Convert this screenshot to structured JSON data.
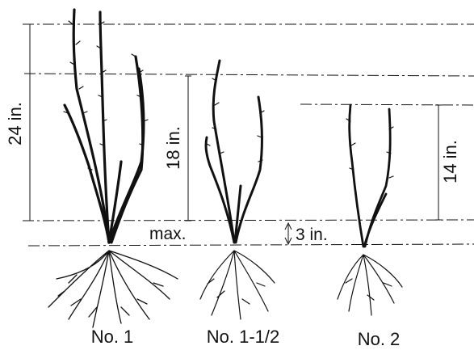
{
  "colors": {
    "ink": "#111111",
    "background": "#ffffff"
  },
  "labels": {
    "plant_1": "No. 1",
    "plant_2": "No. 1-1/2",
    "plant_3": "No. 2",
    "height_1": "24 in.",
    "height_2": "18 in.",
    "height_3": "14 in.",
    "graft_gap": "3 in.",
    "max": "max."
  }
}
